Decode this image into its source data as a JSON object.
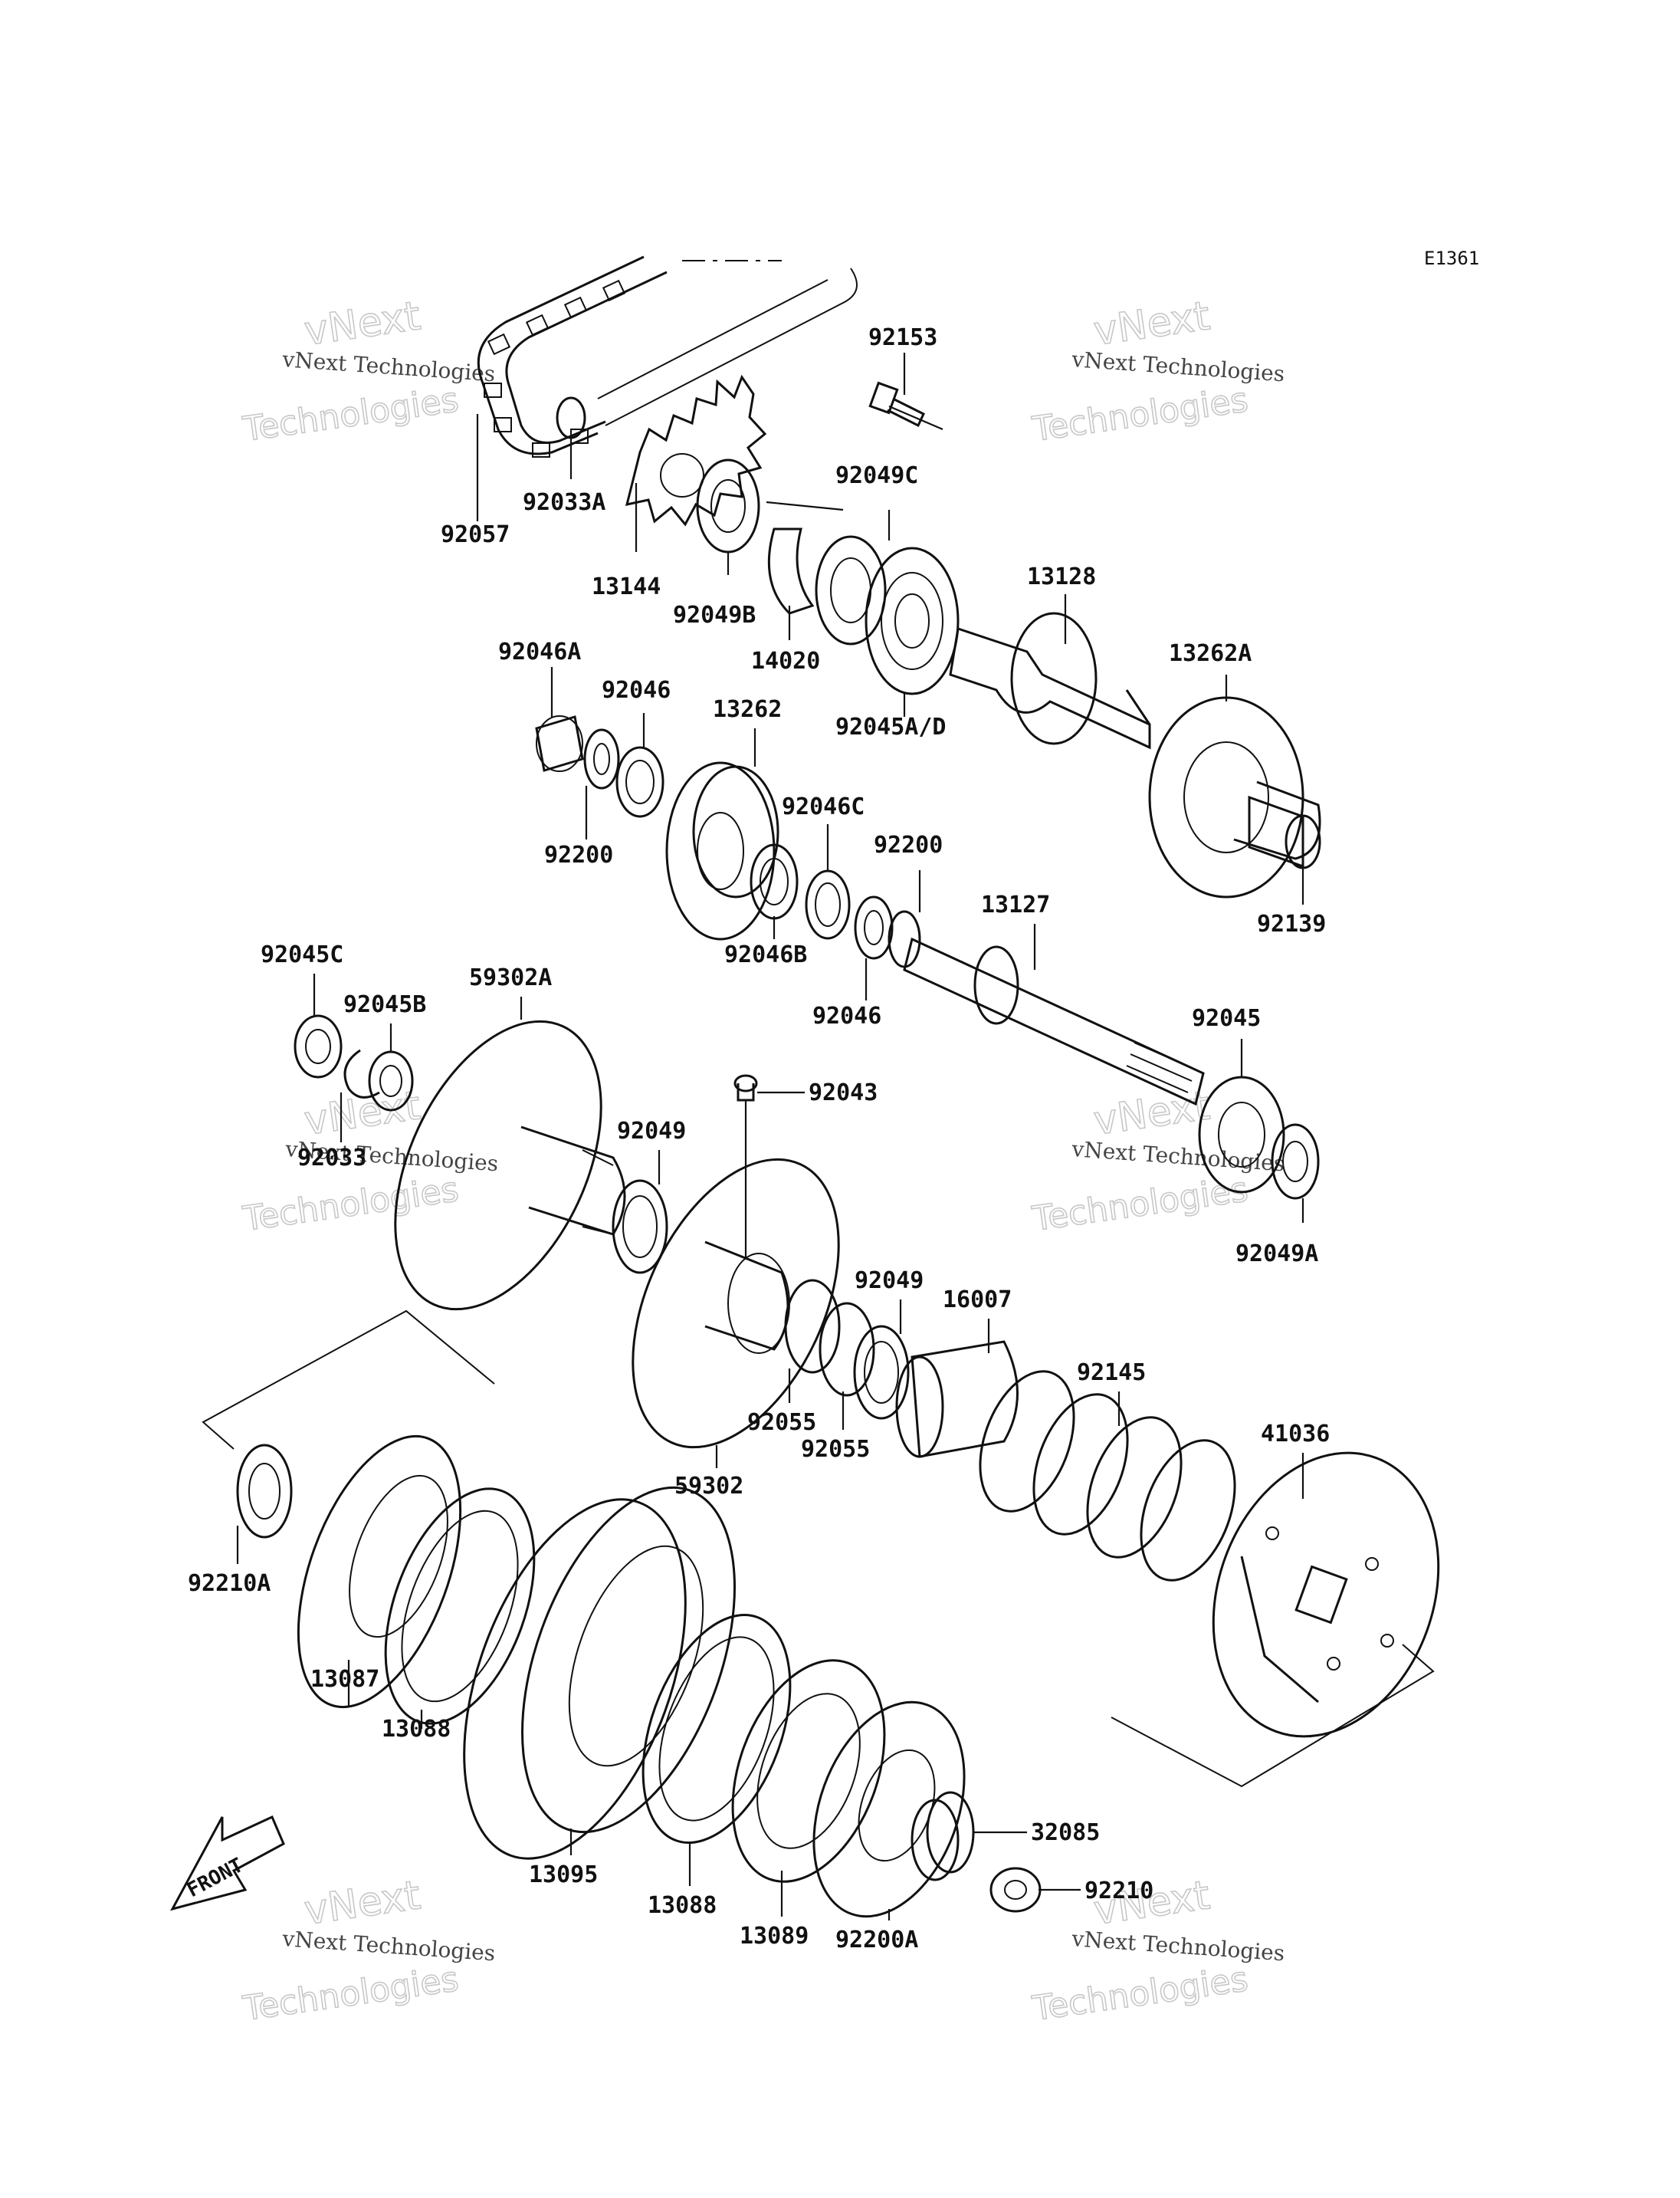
{
  "diagram_ref": "E1361",
  "watermark": {
    "line1": "vNext Technologies",
    "line2": "vNext",
    "line3": "Technologies"
  },
  "front_label": "FRONT",
  "labels": {
    "p92153": "92153",
    "p92057": "92057",
    "p92033A": "92033A",
    "p92049C": "92049C",
    "p13144": "13144",
    "p92049B": "92049B",
    "p13128": "13128",
    "p14020": "14020",
    "p92046A": "92046A",
    "p13262A": "13262A",
    "p92045AD": "92045A/D",
    "p92046_top": "92046",
    "p13262": "13262",
    "p92200_left": "92200",
    "p92046C": "92046C",
    "p92200_right": "92200",
    "p92139": "92139",
    "p13127": "13127",
    "p92046B": "92046B",
    "p92045C": "92045C",
    "p59302A": "59302A",
    "p92045B": "92045B",
    "p92046_bottom": "92046",
    "p92045": "92045",
    "p92043": "92043",
    "p92033": "92033",
    "p92049_upper": "92049",
    "p92049A": "92049A",
    "p92049_lower": "92049",
    "p16007": "16007",
    "p92145": "92145",
    "p41036": "41036",
    "p92055_a": "92055",
    "p92055_b": "92055",
    "p59302": "59302",
    "p92210A": "92210A",
    "p13087": "13087",
    "p13088_left": "13088",
    "p32085": "32085",
    "p92210": "92210",
    "p13095": "13095",
    "p13088_right": "13088",
    "p13089": "13089",
    "p92200A": "92200A"
  }
}
